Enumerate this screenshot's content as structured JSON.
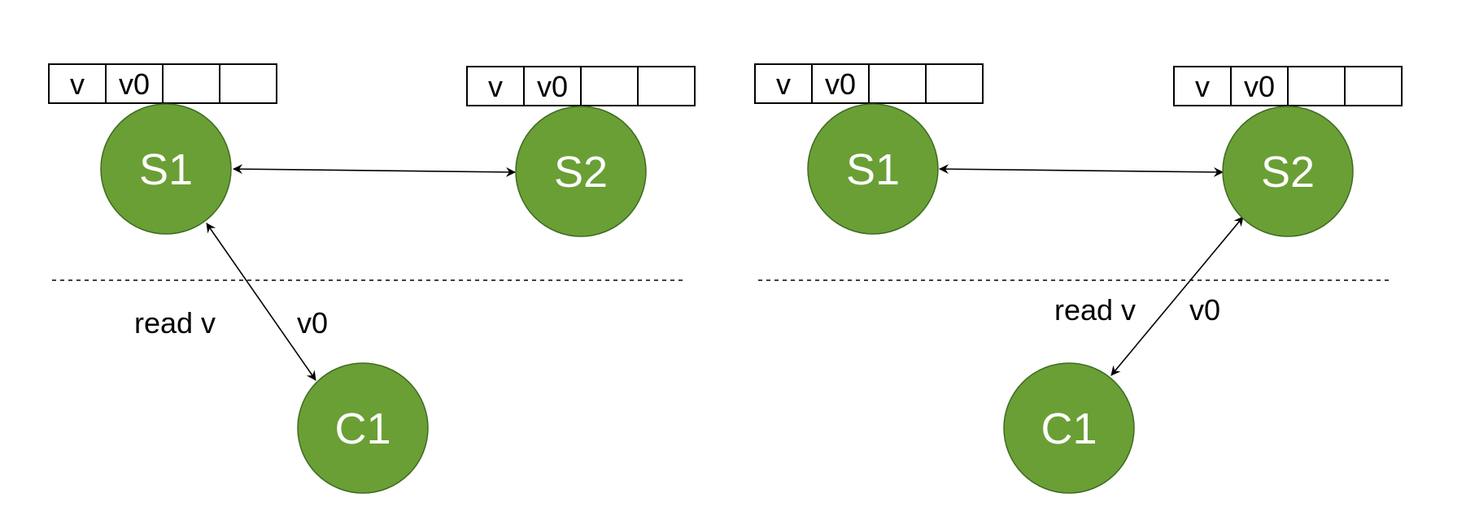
{
  "colors": {
    "node_fill": "#6a9f35",
    "node_stroke": "#3f6b22"
  },
  "left": {
    "nodes": {
      "s1": "S1",
      "s2": "S2",
      "c1": "C1"
    },
    "s1_log": [
      "v",
      "v0",
      "",
      ""
    ],
    "s2_log": [
      "v",
      "v0",
      "",
      ""
    ],
    "request_label": "read v",
    "response_label": "v0"
  },
  "right": {
    "nodes": {
      "s1": "S1",
      "s2": "S2",
      "c1": "C1"
    },
    "s1_log": [
      "v",
      "v0",
      "",
      ""
    ],
    "s2_log": [
      "v",
      "v0",
      "",
      ""
    ],
    "request_label": "read v",
    "response_label": "v0"
  }
}
